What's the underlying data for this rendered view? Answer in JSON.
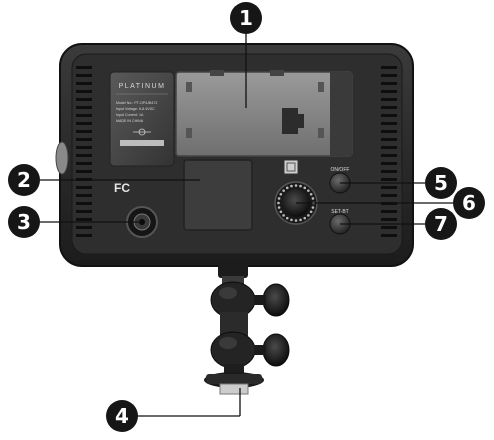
{
  "panel": {
    "brand": "PLATINUM",
    "label_lines": [
      "Model No.: PT-OP4JB472",
      "Input Voltage: 6-8.4VDC",
      "Input Current: 1A",
      "MADE IN CHINA"
    ],
    "fc_mark": "FC",
    "button_top": "ON/OFF",
    "button_bottom": "SET-BT"
  },
  "callouts": [
    {
      "number": "1"
    },
    {
      "number": "2"
    },
    {
      "number": "3"
    },
    {
      "number": "4"
    },
    {
      "number": "5"
    },
    {
      "number": "6"
    },
    {
      "number": "7"
    }
  ]
}
